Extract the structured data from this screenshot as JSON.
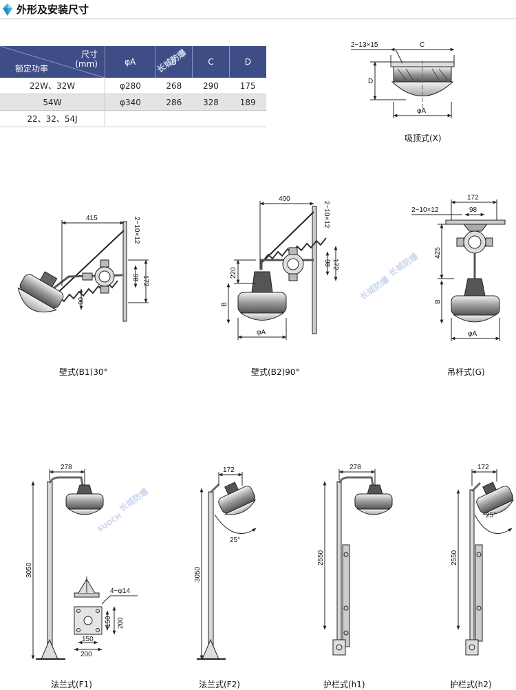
{
  "header": {
    "title": "外形及安装尺寸",
    "icon": "diamond-icon",
    "icon_color": "#3aa7df"
  },
  "table": {
    "header_size": "尺寸",
    "header_unit": "(mm)",
    "header_power": "额定功率",
    "columns": [
      "φA",
      "B",
      "C",
      "D"
    ],
    "rows": [
      {
        "power": "22W、32W",
        "A": "φ280",
        "B": "268",
        "C": "290",
        "D": "175"
      },
      {
        "power": "54W",
        "A": "φ340",
        "B": "286",
        "C": "328",
        "D": "189"
      },
      {
        "power": "22、32、54J"
      }
    ]
  },
  "drawings": {
    "x": {
      "caption": "吸顶式(X)",
      "hole": "2−13×15",
      "c": "C",
      "d": "D",
      "a": "φA"
    },
    "b1": {
      "caption": "壁式(B1)30°",
      "w": "415",
      "hole": "2−10×12",
      "h98": "98",
      "h172": "172",
      "h90": "90"
    },
    "b2": {
      "caption": "壁式(B2)90°",
      "w": "400",
      "hole": "2−10×12",
      "h98": "98",
      "h172": "172",
      "h220": "220",
      "b": "B",
      "a": "φA"
    },
    "g": {
      "caption": "吊杆式(G)",
      "w172": "172",
      "w98": "98",
      "hole": "2−10×12",
      "h425": "425",
      "b": "B",
      "a": "φA"
    },
    "f1": {
      "caption": "法兰式(F1)",
      "w": "278",
      "h": "3050",
      "holes": "4−φ14",
      "d150": "150",
      "d200": "200",
      "w150": "150",
      "w200": "200"
    },
    "f2": {
      "caption": "法兰式(F2)",
      "w": "172",
      "h": "3050",
      "angle": "25°"
    },
    "h1": {
      "caption": "护栏式(h1)",
      "w": "278",
      "h": "2550"
    },
    "h2": {
      "caption": "护栏式(h2)",
      "w": "172",
      "h": "2550",
      "angle": "25°"
    }
  },
  "watermark": {
    "text": "长城防爆",
    "sub": "SUOCH"
  }
}
